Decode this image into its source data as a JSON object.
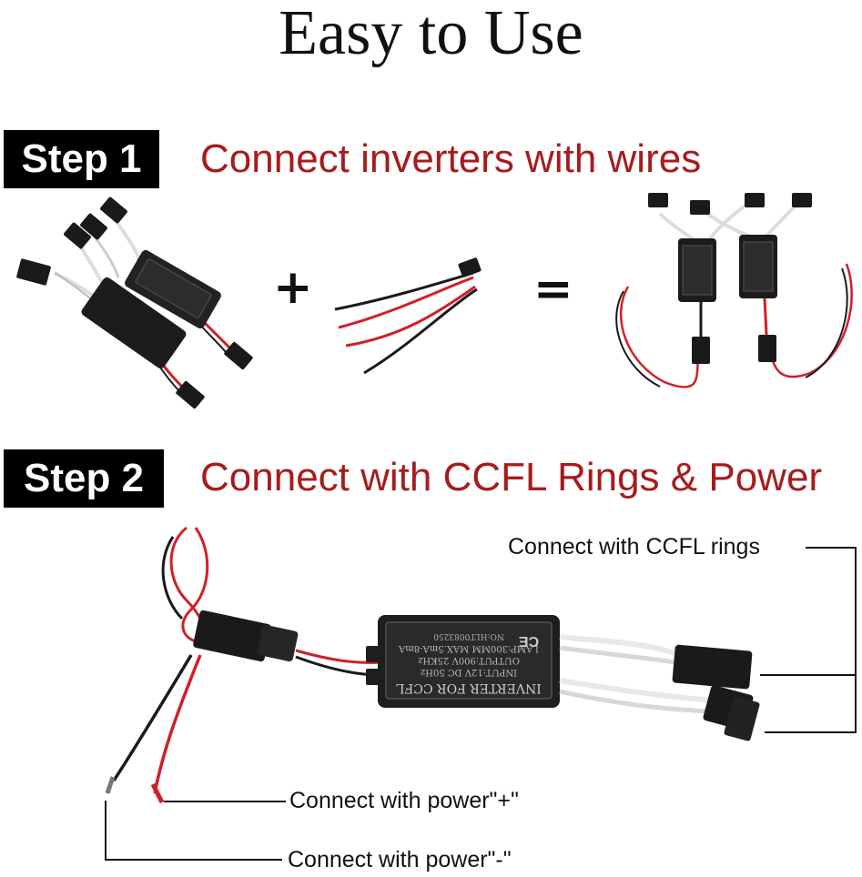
{
  "title": "Easy to Use",
  "step1": {
    "badge": "Step 1",
    "heading": "Connect inverters with wires",
    "plus": "+",
    "equals": "="
  },
  "step2": {
    "badge": "Step 2",
    "heading": "Connect with CCFL Rings & Power",
    "callouts": {
      "ccfl_rings": "Connect with CCFL rings",
      "power_plus": "Connect with power\"+\"",
      "power_minus": "Connect with power\"-\""
    }
  },
  "inverter_label": {
    "line1": "INVERTER FOR CCFL",
    "line2": "INPUT:12V DC 50Hz",
    "line3": "OUTPUT:900V 25KHz",
    "line4": "LAMP:300MM MAX.5mA-8mA",
    "line5": "NO:HLT0083250",
    "ce_mark": "CE"
  },
  "colors": {
    "heading_red": "#a61c1c",
    "badge_black": "#000000",
    "wire_red": "#d11f2a",
    "wire_black": "#1a1a1a"
  }
}
